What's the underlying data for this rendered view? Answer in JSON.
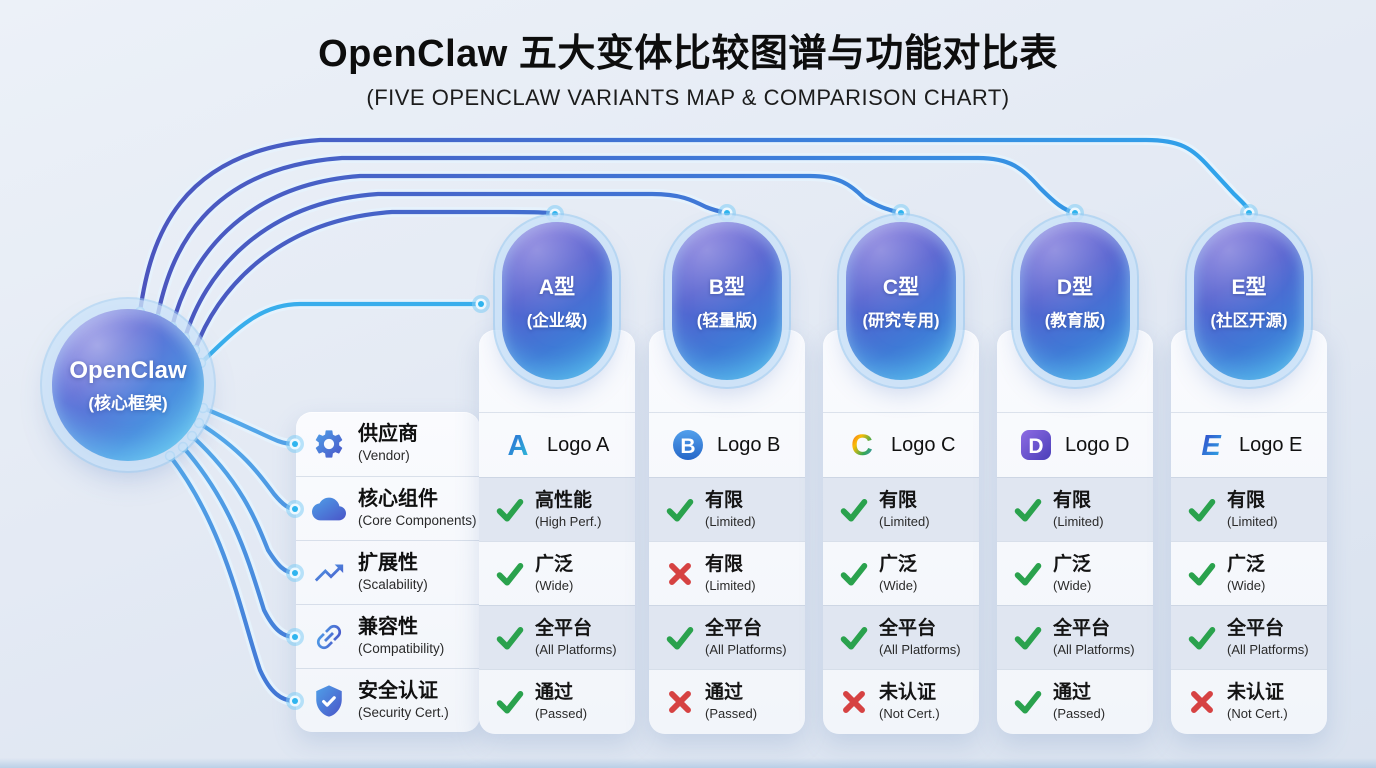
{
  "title": "OpenClaw 五大变体比较图谱与功能对比表",
  "subtitle": "(FIVE OPENCLAW VARIANTS MAP & COMPARISON CHART)",
  "core_node": {
    "name": "OpenClaw",
    "sub": "(核心框架)"
  },
  "feature_rows": [
    {
      "label": "供应商",
      "sublabel": "(Vendor)",
      "icon": "gear-icon"
    },
    {
      "label": "核心组件",
      "sublabel": "(Core Components)",
      "icon": "cloud-icon"
    },
    {
      "label": "扩展性",
      "sublabel": "(Scalability)",
      "icon": "trend-up-arrow-icon"
    },
    {
      "label": "兼容性",
      "sublabel": "(Compatibility)",
      "icon": "chain-link-icon"
    },
    {
      "label": "安全认证",
      "sublabel": "(Security Cert.)",
      "icon": "shield-check-icon"
    }
  ],
  "variants": [
    {
      "name": "A型",
      "sub": "(企业级)",
      "logo_letter": "A",
      "vendor": "Logo A",
      "cells": [
        {
          "mark": "check",
          "value": "高性能",
          "sub": "(High Perf.)"
        },
        {
          "mark": "check",
          "value": "广泛",
          "sub": "(Wide)"
        },
        {
          "mark": "check",
          "value": "全平台",
          "sub": "(All Platforms)"
        },
        {
          "mark": "check",
          "value": "通过",
          "sub": "(Passed)"
        }
      ]
    },
    {
      "name": "B型",
      "sub": "(轻量版)",
      "logo_letter": "B",
      "vendor": "Logo B",
      "cells": [
        {
          "mark": "check",
          "value": "有限",
          "sub": "(Limited)"
        },
        {
          "mark": "cross",
          "value": "有限",
          "sub": "(Limited)"
        },
        {
          "mark": "check",
          "value": "全平台",
          "sub": "(All Platforms)"
        },
        {
          "mark": "cross",
          "value": "通过",
          "sub": "(Passed)"
        }
      ]
    },
    {
      "name": "C型",
      "sub": "(研究专用)",
      "logo_letter": "C",
      "vendor": "Logo C",
      "cells": [
        {
          "mark": "check",
          "value": "有限",
          "sub": "(Limited)"
        },
        {
          "mark": "check",
          "value": "广泛",
          "sub": "(Wide)"
        },
        {
          "mark": "check",
          "value": "全平台",
          "sub": "(All Platforms)"
        },
        {
          "mark": "cross",
          "value": "未认证",
          "sub": "(Not Cert.)"
        }
      ]
    },
    {
      "name": "D型",
      "sub": "(教育版)",
      "logo_letter": "D",
      "vendor": "Logo D",
      "cells": [
        {
          "mark": "check",
          "value": "有限",
          "sub": "(Limited)"
        },
        {
          "mark": "check",
          "value": "广泛",
          "sub": "(Wide)"
        },
        {
          "mark": "check",
          "value": "全平台",
          "sub": "(All Platforms)"
        },
        {
          "mark": "check",
          "value": "通过",
          "sub": "(Passed)"
        }
      ]
    },
    {
      "name": "E型",
      "sub": "(社区开源)",
      "logo_letter": "E",
      "vendor": "Logo E",
      "cells": [
        {
          "mark": "check",
          "value": "有限",
          "sub": "(Limited)"
        },
        {
          "mark": "check",
          "value": "广泛",
          "sub": "(Wide)"
        },
        {
          "mark": "check",
          "value": "全平台",
          "sub": "(All Platforms)"
        },
        {
          "mark": "cross",
          "value": "未认证",
          "sub": "(Not Cert.)"
        }
      ]
    }
  ],
  "colors": {
    "check_green": "#2aa24d",
    "cross_red": "#d64242",
    "line_indigo": "#4b55be",
    "line_cyan": "#2fa6ec",
    "node_purple": "#7b68da",
    "node_blue": "#3f7ad6",
    "node_cyan": "#46aee4",
    "stripe": "#e0e6f1"
  }
}
